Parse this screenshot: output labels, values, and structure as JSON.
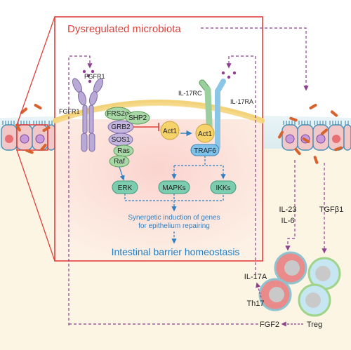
{
  "title": "Dysregulated microbiota",
  "receptors": {
    "fgfr1_left": "FGFR1",
    "fgfr1_top": "FGFR1",
    "il17rc": "IL-17RC",
    "il17ra": "IL-17RA"
  },
  "adaptors": {
    "frs2a": "FRS2α",
    "shp2": "SHP2",
    "grb2": "GRB2",
    "sos1": "SOS1",
    "ras": "Ras",
    "raf": "Raf",
    "act1_free": "Act1",
    "act1_bound": "Act1",
    "traf6": "TRAF6"
  },
  "kinases": {
    "erk": "ERK",
    "mapks": "MAPKs",
    "ikks": "IKKs"
  },
  "outcome": {
    "line1": "Synergetic induction of genes",
    "line2": "for epithelium repairing",
    "headline": "Intestinal barrier homeostasis"
  },
  "immune": {
    "il23": "IL-23",
    "il6": "IL-6",
    "tgfb1": "TGFβ1",
    "il17a": "IL-17A",
    "th17": "Th17",
    "treg": "Treg",
    "fgf2": "FGF2"
  },
  "colors": {
    "frame_red": "#e0403a",
    "arrow_purple": "#8e3f8f",
    "arrow_blue": "#2f7fc1",
    "headline_blue": "#1f7fc6",
    "fgfr": "#b9a9d6",
    "il17r_green": "#9bd09e",
    "il17r_blue": "#8cc6e6",
    "node_green": "#a8d8a6",
    "node_yellow": "#f6d26b",
    "traf6": "#7fc3ea",
    "kinase": "#7ccdb0",
    "bacteria": "#d9612c"
  }
}
